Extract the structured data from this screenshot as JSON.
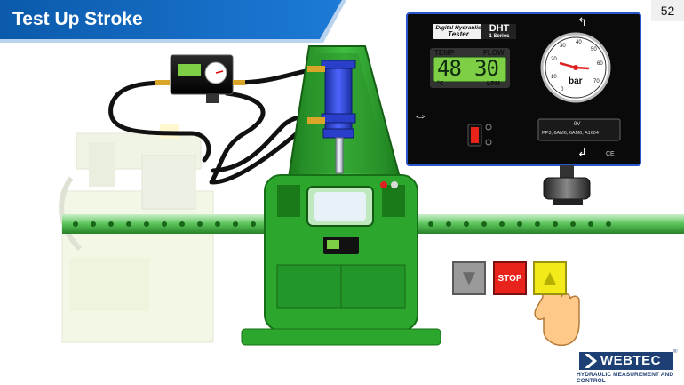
{
  "title": "Test Up Stroke",
  "page_number": "52",
  "tester": {
    "brand_line1": "Digital Hydraulic",
    "brand_line2": "Tester",
    "model": "DHT",
    "series": "1 Series",
    "temp_label": "TEMP",
    "flow_label": "FLOW",
    "temp_value": "48",
    "flow_value": "30",
    "temp_unit": "°C",
    "flow_unit": "LPM",
    "gauge_unit": "bar",
    "gauge_ticks": [
      "0",
      "10",
      "20",
      "30",
      "40",
      "50",
      "60",
      "70"
    ],
    "plate_voltage": "9V",
    "plate_text": "PP3, 6AM6, 6AM6, A1604",
    "ce_mark": "CE"
  },
  "controls": {
    "down_label": "▼",
    "stop_label": "STOP",
    "up_label": "▲"
  },
  "logo": {
    "name": "WEBTEC",
    "tagline": "HYDRAULIC MEASUREMENT AND CONTROL",
    "registered": "®"
  },
  "colors": {
    "title_blue": "#0e62b5",
    "machine_green": "#2fa02f",
    "display_green": "#7ecf46",
    "stop_red": "#e8231c",
    "up_yellow": "#f3ea1a",
    "logo_blue": "#1d3f73"
  }
}
